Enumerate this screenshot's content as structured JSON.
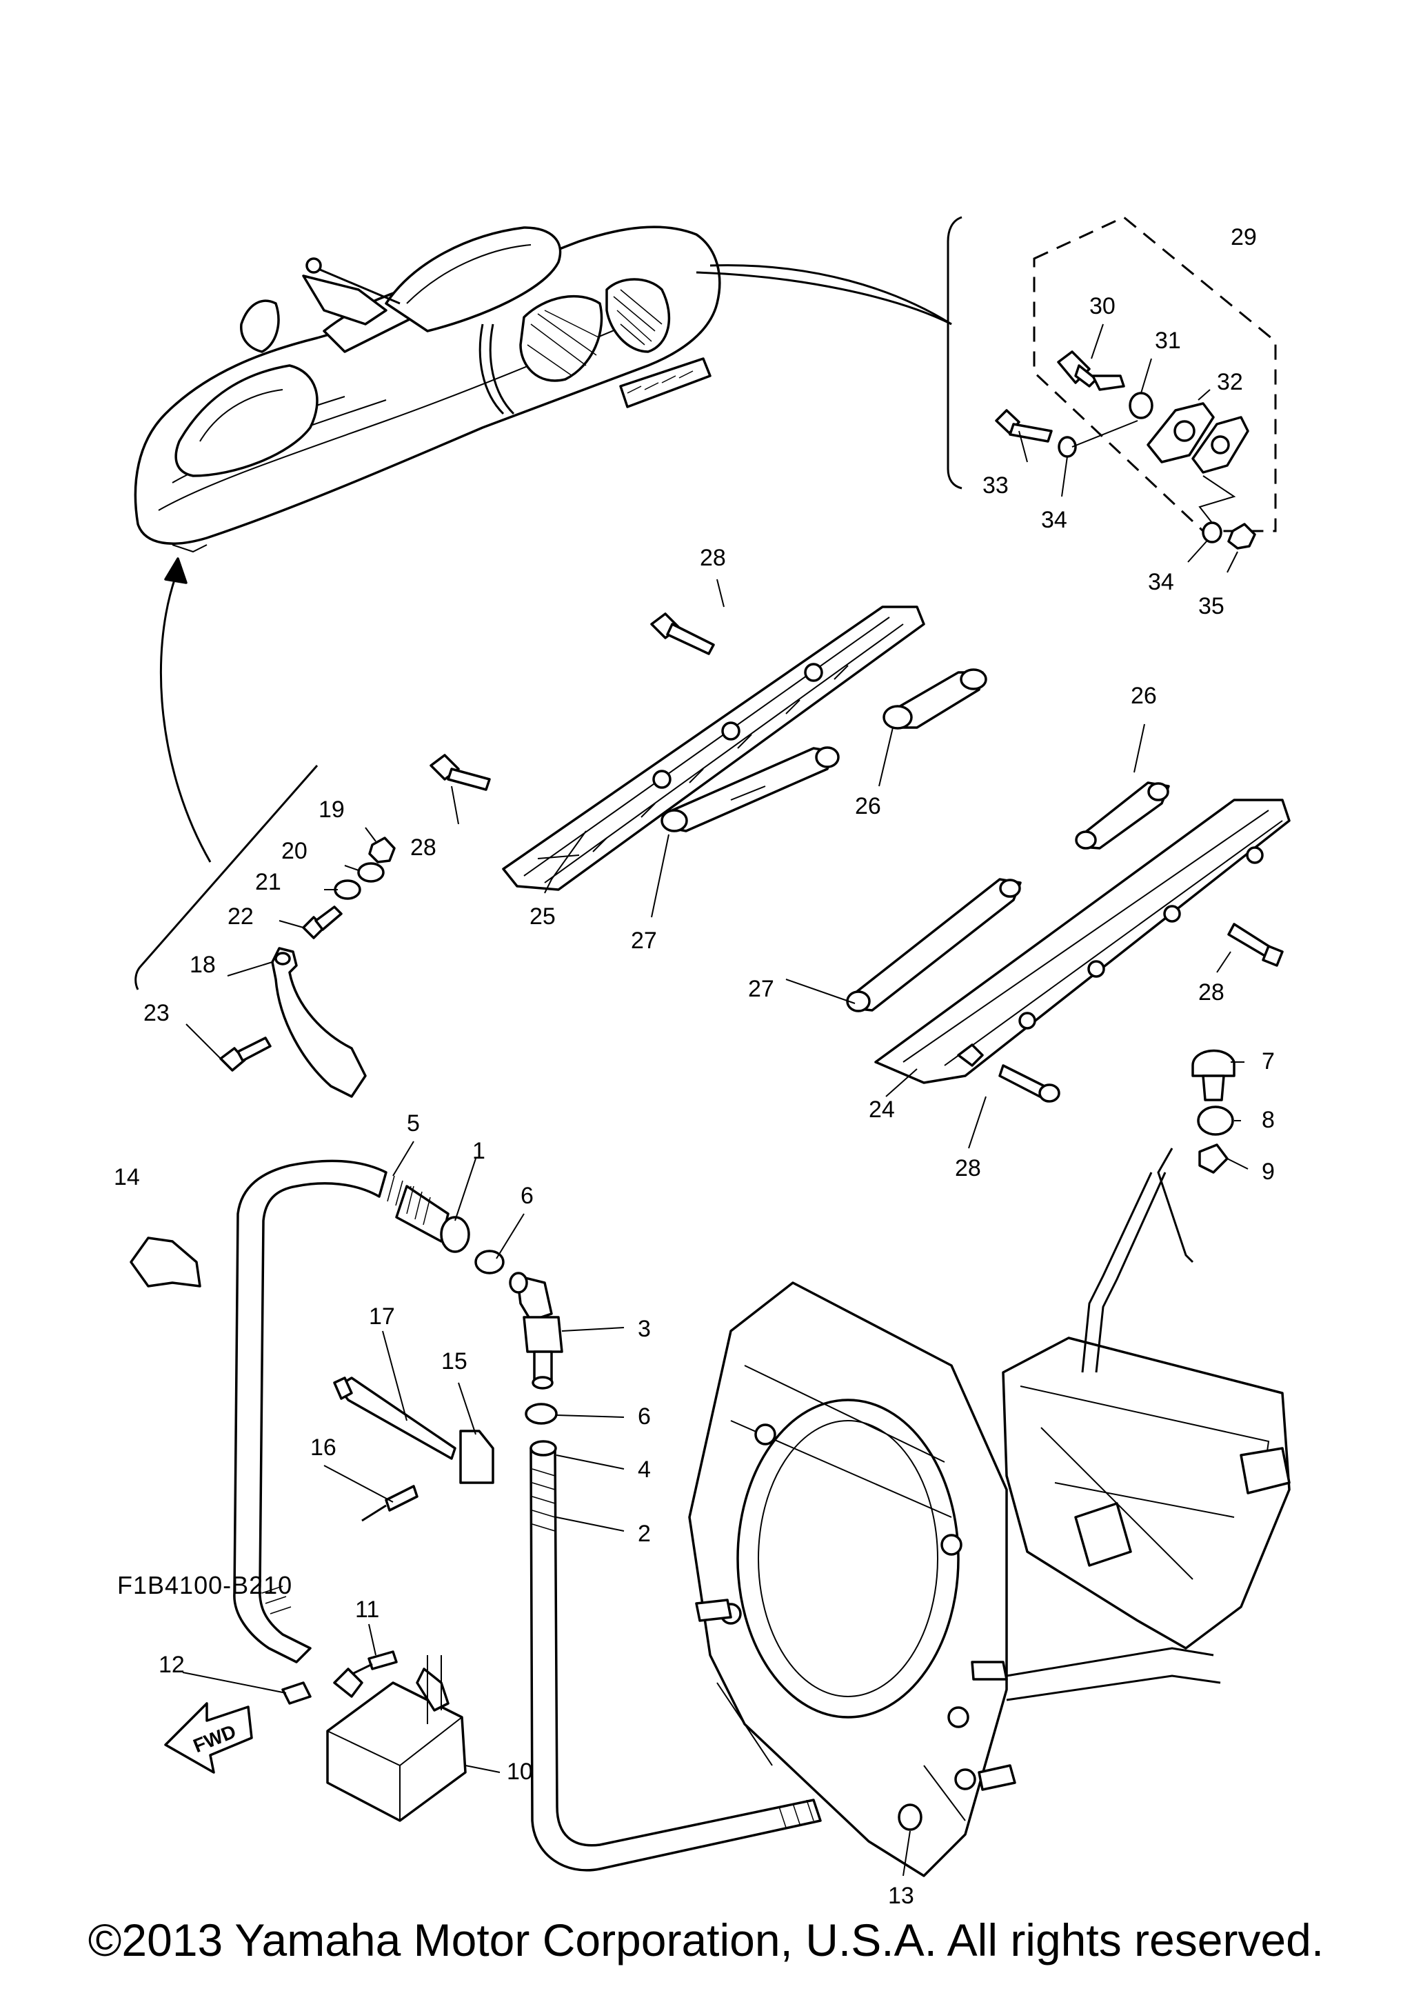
{
  "diagram": {
    "drawing_code": "F1B4100-B210",
    "fwd_label": "FWD",
    "copyright": "©2013 Yamaha Motor Corporation, U.S.A. All rights reserved.",
    "callouts": {
      "c1": "1",
      "c2": "2",
      "c3": "3",
      "c4": "4",
      "c5": "5",
      "c6a": "6",
      "c6b": "6",
      "c7": "7",
      "c8": "8",
      "c9": "9",
      "c10": "10",
      "c11": "11",
      "c12": "12",
      "c13": "13",
      "c14": "14",
      "c15": "15",
      "c16": "16",
      "c17": "17",
      "c18": "18",
      "c19": "19",
      "c20": "20",
      "c21": "21",
      "c22": "22",
      "c23": "23",
      "c24": "24",
      "c25": "25",
      "c26a": "26",
      "c26b": "26",
      "c27a": "27",
      "c27b": "27",
      "c28a": "28",
      "c28b": "28",
      "c28c": "28",
      "c28d": "28",
      "c29": "29",
      "c30": "30",
      "c31": "31",
      "c32": "32",
      "c33": "33",
      "c34a": "34",
      "c34b": "34",
      "c35": "35"
    }
  }
}
